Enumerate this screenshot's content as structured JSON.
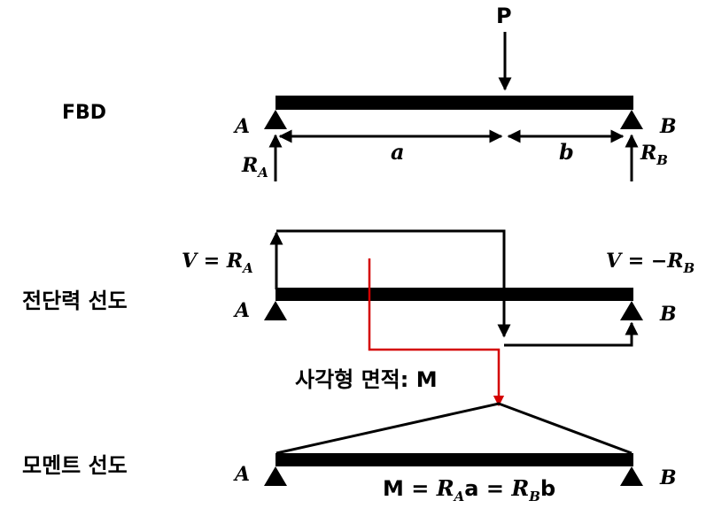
{
  "sections": {
    "fbd": "FBD",
    "shear": "전단력 선도",
    "moment": "모멘트 선도"
  },
  "load": {
    "label": "P"
  },
  "supports": {
    "left": "A",
    "right": "B"
  },
  "dimensions": {
    "a": "a",
    "b": "b"
  },
  "reactions": {
    "left": "R",
    "left_sub": "A",
    "right": "R",
    "right_sub": "B"
  },
  "shear": {
    "left_prefix": "V = R",
    "left_sub": "A",
    "right_prefix": "V = −R",
    "right_sub": "B"
  },
  "area_note": "사각형 면적: M",
  "moment_eq": {
    "p1": "M = ",
    "r1": "R",
    "s1": "A",
    "p2": "a = ",
    "r2": "R",
    "s2": "B",
    "p3": "b"
  },
  "colors": {
    "line": "#000000",
    "highlight": "#d40000"
  }
}
